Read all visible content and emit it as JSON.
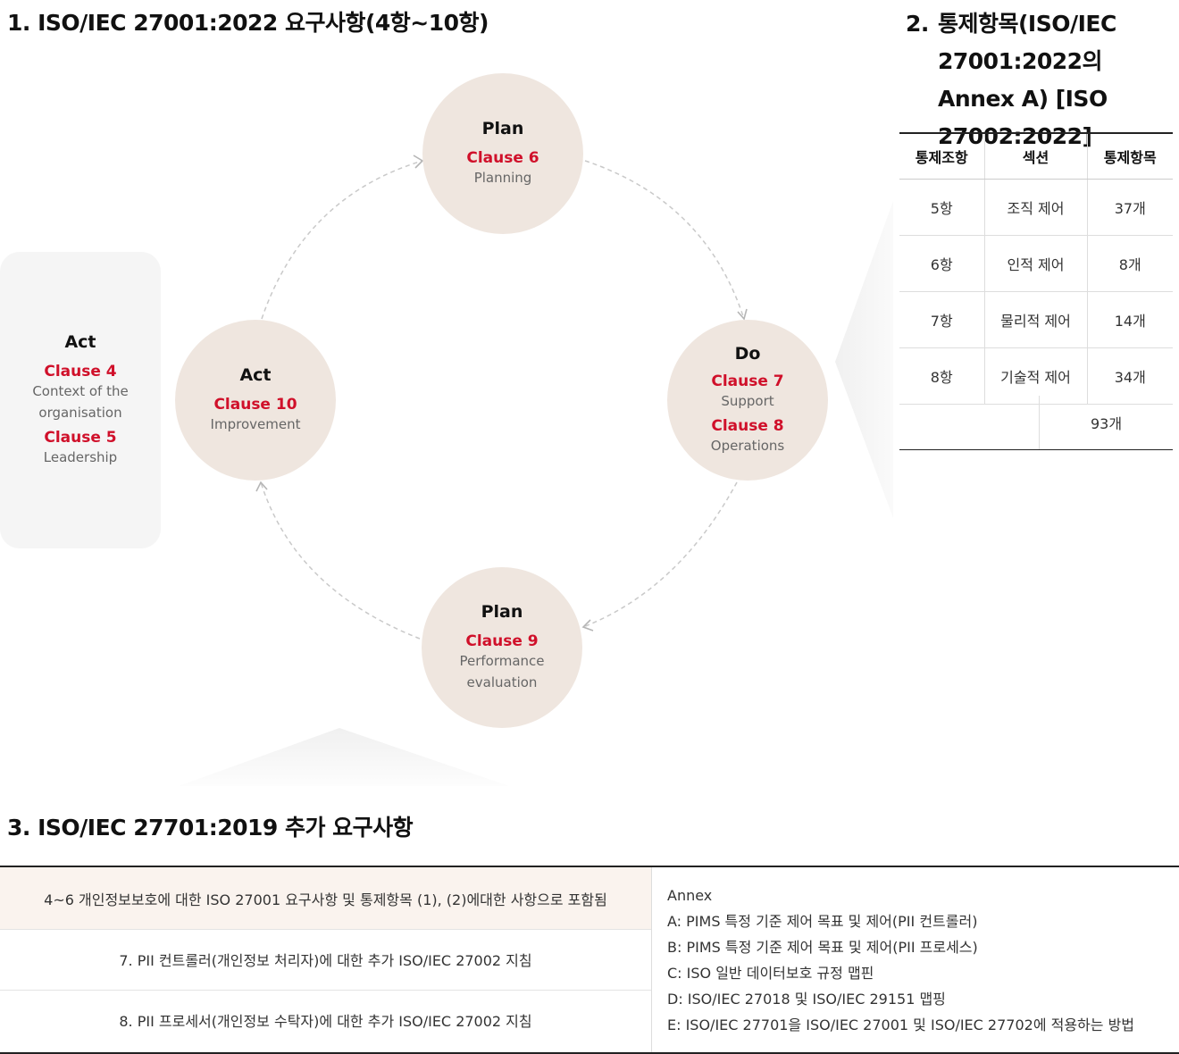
{
  "section1": {
    "title": "1. ISO/IEC 27001:2022 요구사항(4항~10항)"
  },
  "section2": {
    "number": "2.",
    "title": "통제항목(ISO/IEC 27001:2022의 Annex A) [ISO 27002:2022]"
  },
  "section3": {
    "title": "3. ISO/IEC 27701:2019 추가 요구사항"
  },
  "act_box": {
    "title": "Act",
    "clause_a": "Clause 4",
    "desc_a": "Context of the organisation",
    "clause_b": "Clause 5",
    "desc_b": "Leadership"
  },
  "cycle": {
    "plan_top": {
      "title": "Plan",
      "clause": "Clause 6",
      "desc": "Planning"
    },
    "do": {
      "title": "Do",
      "clause_a": "Clause 7",
      "desc_a": "Support",
      "clause_b": "Clause 8",
      "desc_b": "Operations"
    },
    "plan_bottom": {
      "title": "Plan",
      "clause": "Clause 9",
      "desc": "Performance evaluation"
    },
    "act": {
      "title": "Act",
      "clause": "Clause 10",
      "desc": "Improvement"
    }
  },
  "controls_table": {
    "headers": [
      "통제조항",
      "섹션",
      "통제항목"
    ],
    "rows": [
      [
        "5항",
        "조직 제어",
        "37개"
      ],
      [
        "6항",
        "인적 제어",
        "8개"
      ],
      [
        "7항",
        "물리적 제어",
        "14개"
      ],
      [
        "8항",
        "기술적 제어",
        "34개"
      ]
    ],
    "total": "93개"
  },
  "requirements_table": {
    "left_rows": [
      "4~6 개인정보보호에 대한 ISO 27001 요구사항 및 통제항목 (1), (2)에대한 사항으로 포함됨",
      "7. PII 컨트롤러(개인정보 처리자)에 대한 추가 ISO/IEC 27002 지침",
      "8. PII 프로세서(개인정보 수탁자)에 대한 추가 ISO/IEC 27002 지침"
    ],
    "annex_title": "Annex",
    "annex_items": [
      "A: PIMS 특정 기준 제어 목표 및 제어(PII 컨트롤러)",
      "B: PIMS 특정 기준 제어 목표 및 제어(PII 프로세스)",
      "C: ISO 일반 데이터보호 규정 맵핀",
      "D: ISO/IEC 27018 및 ISO/IEC 29151 맵핑",
      "E: ISO/IEC 27701을 ISO/IEC 27001 및 ISO/IEC 27702에 적용하는 방법"
    ]
  },
  "colors": {
    "accent": "#d0102a",
    "circle_bg": "#efe6df",
    "box_bg": "#f5f5f5",
    "highlight_row": "#faf3ee"
  }
}
